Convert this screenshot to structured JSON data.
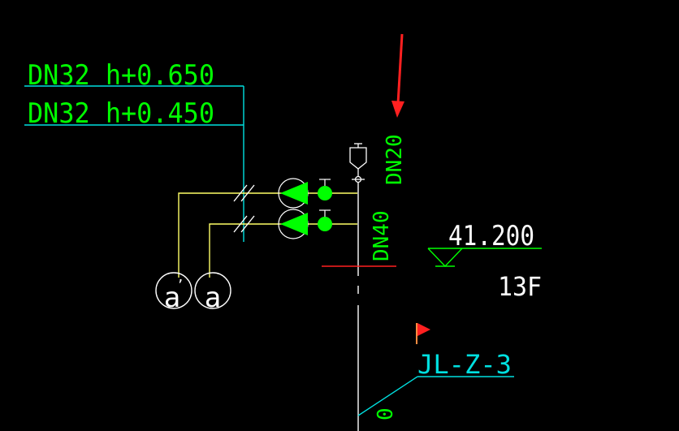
{
  "colors": {
    "background": "#000000",
    "green": "#00ff00",
    "cyan": "#00e0e0",
    "yellow": "#ffff66",
    "white": "#ffffff",
    "red": "#ff2020"
  },
  "labels": {
    "pipe_top": "DN32 h+0.650",
    "pipe_bottom": "DN32 h+0.450",
    "branch_size": "DN20",
    "riser_size": "DN40",
    "elevation": "41.200",
    "floor": "13F",
    "riser_tag": "JL-Z-3",
    "meter_left": "a",
    "meter_left_mark": "’",
    "meter_right": "a",
    "bottom_mark": "0"
  },
  "icons": {
    "arrow": "red-arrow-icon",
    "flag": "red-flag-icon",
    "valve": "angle-valve-icon",
    "faucet": "faucet-icon",
    "elevation": "elevation-triangle-icon"
  }
}
